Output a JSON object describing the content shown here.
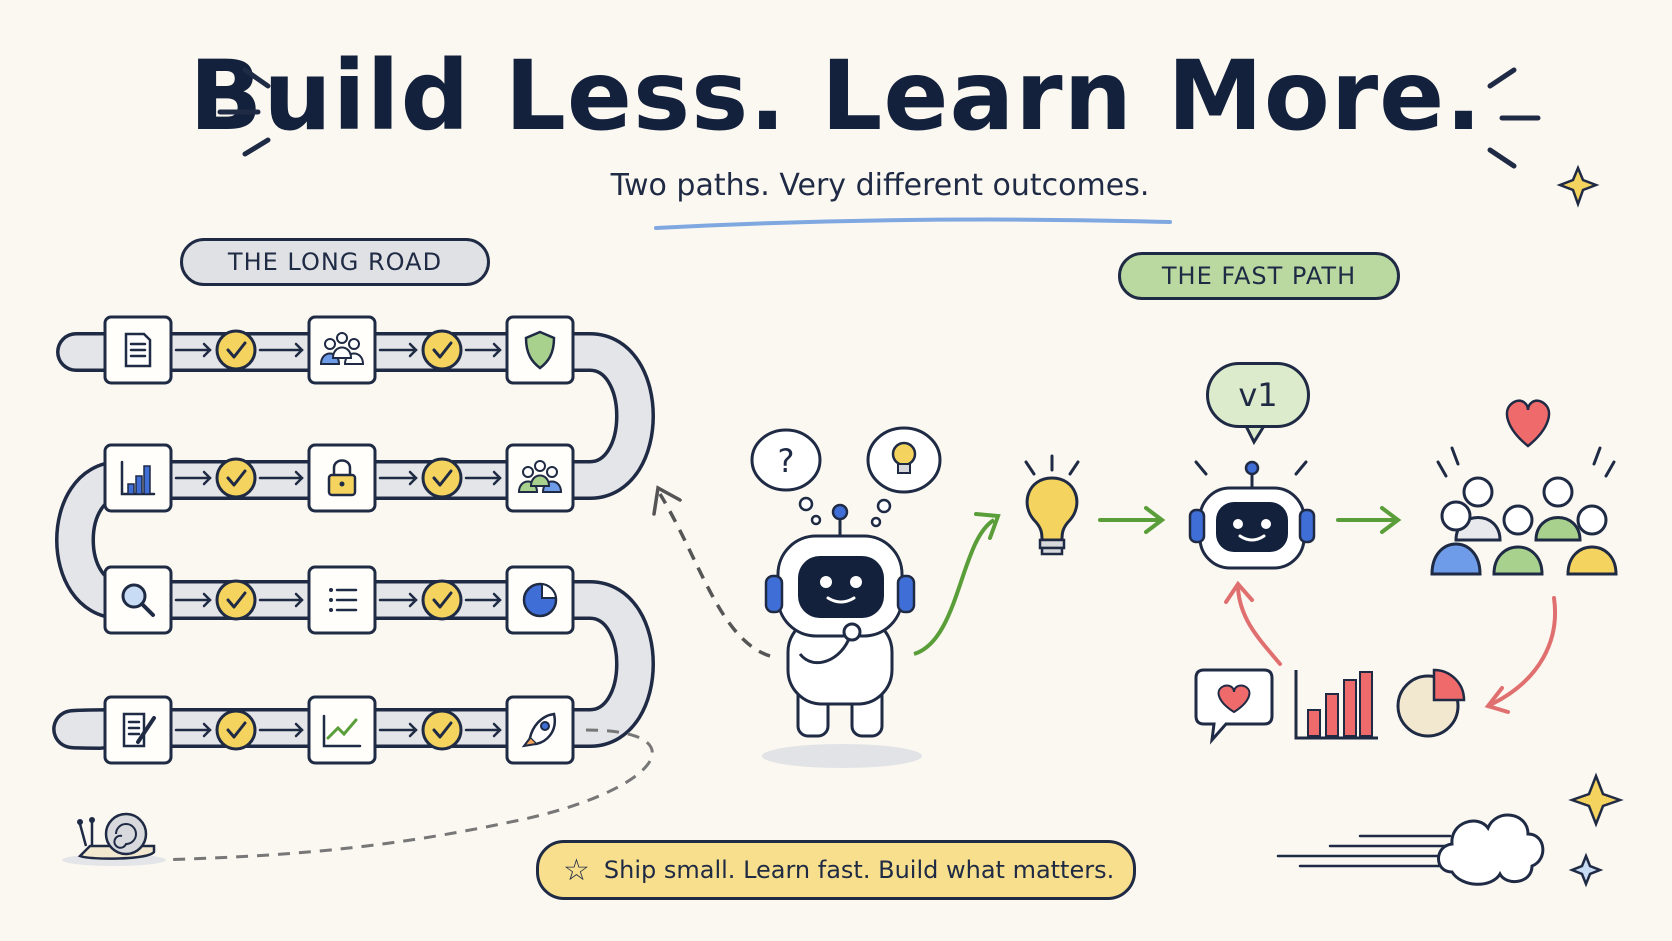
{
  "title": "Build Less. Learn More.",
  "subtitle": "Two paths. Very different outcomes.",
  "long_road": {
    "label": "THE LONG ROAD",
    "rows": [
      [
        "document-icon",
        "check-icon",
        "team-icon",
        "check-icon",
        "shield-icon"
      ],
      [
        "bar-chart-icon",
        "check-icon",
        "lock-icon",
        "check-icon",
        "group-icon"
      ],
      [
        "magnifier-icon",
        "check-icon",
        "checklist-icon",
        "check-icon",
        "pie-chart-icon"
      ],
      [
        "edit-document-icon",
        "check-icon",
        "line-chart-icon",
        "check-icon",
        "rocket-icon"
      ]
    ],
    "end_icon": "snail-icon"
  },
  "fast_path": {
    "label": "THE FAST PATH",
    "version_label": "v1",
    "steps": [
      "lightbulb-icon",
      "robot-icon",
      "users-icon"
    ],
    "feedback": [
      "heart-chat-icon",
      "bar-chart-icon",
      "pie-chart-icon"
    ]
  },
  "center": {
    "thought_left": "?",
    "thought_right_icon": "lightbulb-icon"
  },
  "banner": "Ship small. Learn fast. Build what matters.",
  "colors": {
    "ink": "#1f2a44",
    "check_yellow": "#f4d35e",
    "long_road_gray": "#dfe1e5",
    "fast_green": "#b9d9a0",
    "arrow_green": "#5a9e3a",
    "arrow_red": "#e07070",
    "accent_blue": "#3f6fd6",
    "banner_yellow": "#f7df8d"
  }
}
